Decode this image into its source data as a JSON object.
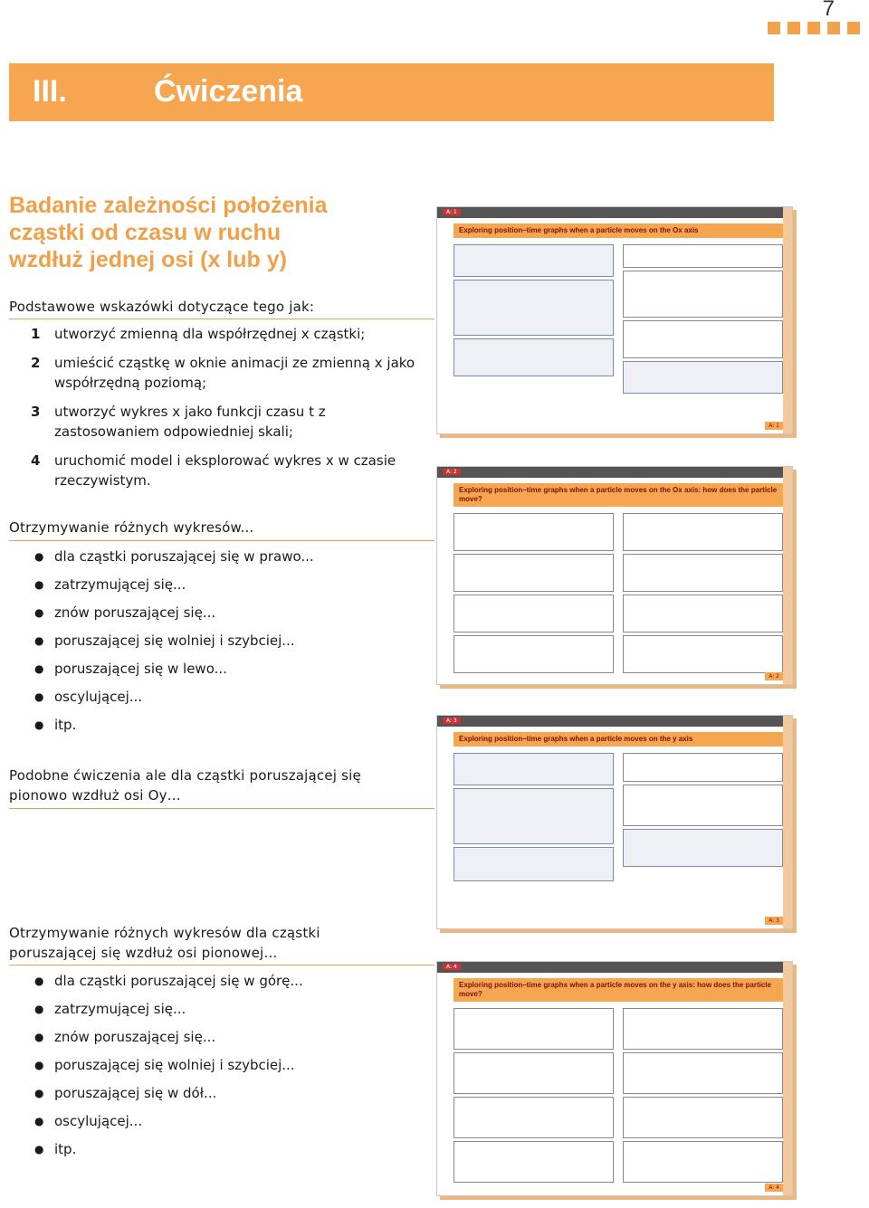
{
  "page": {
    "number": "7",
    "accent": "#f6a650",
    "heading_color": "#f0a048"
  },
  "banner": {
    "numeral": "III.",
    "title": "Ćwiczenia"
  },
  "section1": {
    "heading_lines": [
      "Badanie zależności położenia",
      "cząstki od czasu w ruchu",
      "wzdłuż jednej osi (x lub y)"
    ],
    "hint": "Podstawowe wskazówki dotyczące tego jak:",
    "steps": [
      {
        "n": "1",
        "text": "utworzyć zmienną dla współrzędnej x cząstki;"
      },
      {
        "n": "2",
        "text": "umieścić cząstkę w oknie animacji ze zmienną x jako współrzędną poziomą;"
      },
      {
        "n": "3",
        "text": "utworzyć wykres x jako funkcji czasu t z zastosowaniem odpowiedniej skali;"
      },
      {
        "n": "4",
        "text": "uruchomić model i eksplorować wykres x w czasie rzeczywistym."
      }
    ]
  },
  "section2": {
    "intro": "Otrzymywanie różnych wykresów...",
    "items": [
      "dla cząstki poruszającej się w prawo...",
      "zatrzymującej się...",
      "znów poruszającej się...",
      "poruszającej się wolniej i szybciej...",
      "poruszającej się w lewo...",
      "oscylującej...",
      "itp."
    ]
  },
  "section3": {
    "intro_lines": [
      "Podobne ćwiczenia ale dla cząstki poruszającej się",
      "pionowo wzdłuż osi Oy…"
    ]
  },
  "section4": {
    "intro_lines": [
      "Otrzymywanie różnych wykresów dla cząstki",
      "poruszającej się wzdłuż osi pionowej…"
    ],
    "items": [
      "dla cząstki poruszającej się w górę...",
      "zatrzymującej się...",
      "znów poruszającej się...",
      "poruszającej się wolniej i szybciej...",
      "poruszającej się w dół...",
      "oscylującej...",
      "itp."
    ]
  },
  "sheets": [
    {
      "tag": "A: 1",
      "title": "Exploring position–time graphs when a particle moves on the Ox axis",
      "foot": "A: 1"
    },
    {
      "tag": "A: 2",
      "title": "Exploring position–time graphs when a particle moves on the Ox axis: how does the particle move?",
      "foot": "A: 2"
    },
    {
      "tag": "A: 3",
      "title": "Exploring position–time graphs when a particle moves on the y axis",
      "foot": "A: 3"
    },
    {
      "tag": "A: 4",
      "title": "Exploring position–time graphs when a particle moves on the y axis: how does the particle move?",
      "foot": "A: 4"
    }
  ]
}
